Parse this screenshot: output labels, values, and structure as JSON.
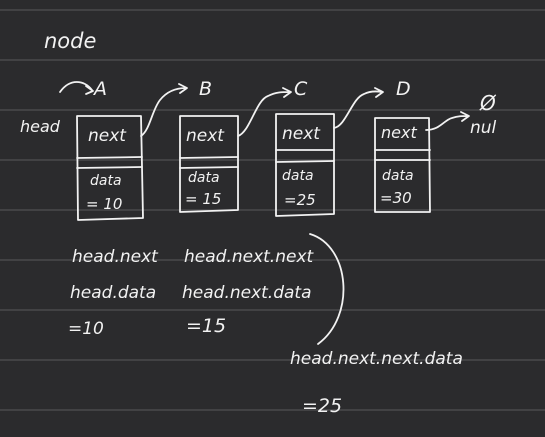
{
  "title": "node",
  "head_label": "head",
  "null_label": "nul",
  "null_symbol": "Ø",
  "nodes": [
    {
      "name": "A",
      "next_label": "next",
      "data_label": "data",
      "value": "= 10"
    },
    {
      "name": "B",
      "next_label": "next",
      "data_label": "data",
      "value": "= 15"
    },
    {
      "name": "C",
      "next_label": "next",
      "data_label": "data",
      "value": "=25"
    },
    {
      "name": "D",
      "next_label": "next",
      "data_label": "data",
      "value": "=30"
    }
  ],
  "notes": [
    {
      "id": "head-next",
      "text": "head.next"
    },
    {
      "id": "head-next-next",
      "text": "head.next.next"
    },
    {
      "id": "head-data",
      "text": "head.data"
    },
    {
      "id": "head-next-data",
      "text": "head.next.data"
    },
    {
      "id": "result-10",
      "text": "=10"
    },
    {
      "id": "result-15",
      "text": "=15"
    },
    {
      "id": "head-next-next-data",
      "text": "head.next.next.data"
    },
    {
      "id": "result-25",
      "text": "=25"
    }
  ],
  "colors": {
    "background": "#2b2b2d",
    "ink": "#f2f2f2",
    "rule": "#4a4a4d"
  }
}
